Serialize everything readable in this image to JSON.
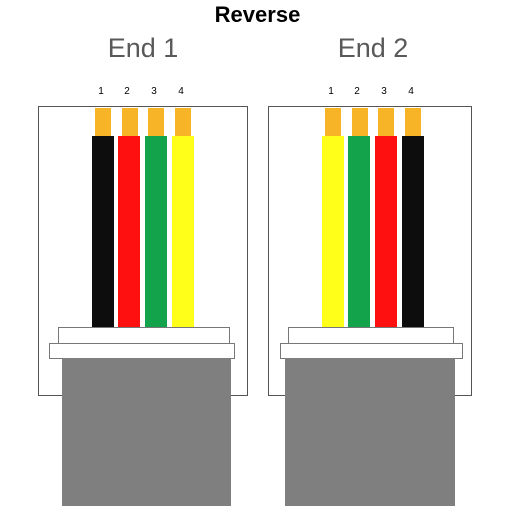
{
  "title": "Reverse",
  "ends": [
    {
      "label": "End 1",
      "pins": [
        {
          "number": "1",
          "wire_color": "#0d0d0d"
        },
        {
          "number": "2",
          "wire_color": "#ff1010"
        },
        {
          "number": "3",
          "wire_color": "#13a34a"
        },
        {
          "number": "4",
          "wire_color": "#ffff1a"
        }
      ]
    },
    {
      "label": "End 2",
      "pins": [
        {
          "number": "1",
          "wire_color": "#ffff1a"
        },
        {
          "number": "2",
          "wire_color": "#13a34a"
        },
        {
          "number": "3",
          "wire_color": "#ff1010"
        },
        {
          "number": "4",
          "wire_color": "#0d0d0d"
        }
      ]
    }
  ],
  "colors": {
    "pin_contact": "#f7b426",
    "boot": "#7f7f7f"
  }
}
